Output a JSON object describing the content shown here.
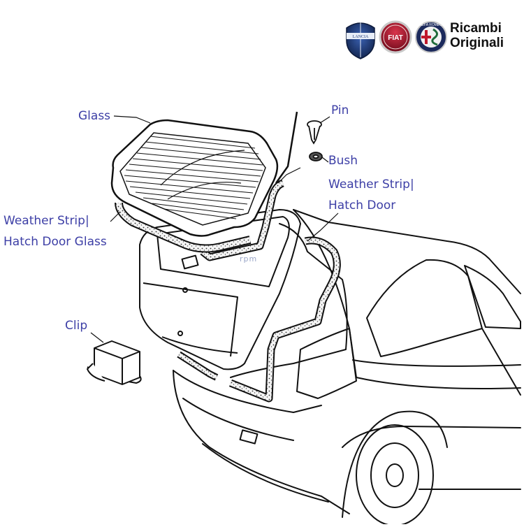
{
  "brand": {
    "line1": "Ricambi",
    "line2": "Originali",
    "logo_left": "LANCIA",
    "logo_mid": "FIAT",
    "logo_right": "ALFA ROMEO"
  },
  "watermark": "rpm",
  "labels": {
    "glass": "Glass",
    "pin": "Pin",
    "bush": "Bush",
    "ws_door_1": "Weather Strip|",
    "ws_door_2": "Hatch Door",
    "ws_glass_1": "Weather Strip|",
    "ws_glass_2": "Hatch Door Glass",
    "clip": "Clip"
  },
  "colors": {
    "label": "#3d3fa6",
    "ink": "#111111",
    "lancia_blue": "#1f3a78",
    "fiat_red": "#a3122a",
    "alfa_green": "#1f6b3a",
    "alfa_red": "#c0192c"
  }
}
